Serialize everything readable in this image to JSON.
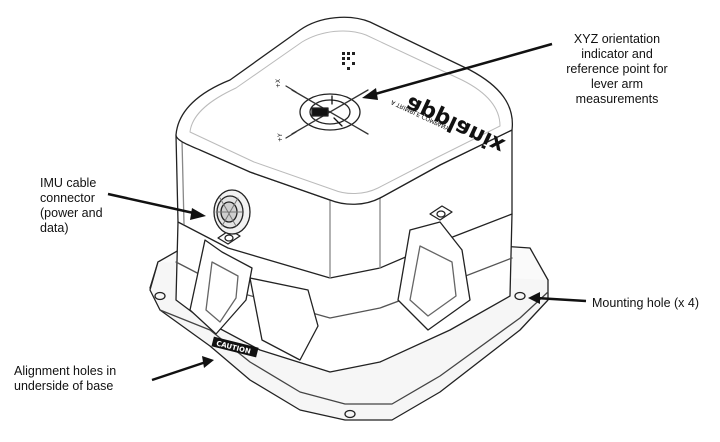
{
  "callouts": {
    "xyz": {
      "lines": [
        "XYZ orientation",
        "indicator and",
        "reference point for",
        "lever arm",
        "measurements"
      ]
    },
    "imu": {
      "lines": [
        "IMU cable",
        "connector",
        "(power and",
        "data)"
      ]
    },
    "mounting": {
      "text": "Mounting hole (x 4)"
    },
    "alignment": {
      "lines": [
        "Alignment holes in",
        "underside of base"
      ]
    }
  },
  "device": {
    "logo": "applanix",
    "logo_tagline": "A TRIMBLE COMPANY",
    "caution_label": "CAUTION",
    "axis_labels": {
      "x": "+X",
      "y": "+Y"
    }
  }
}
